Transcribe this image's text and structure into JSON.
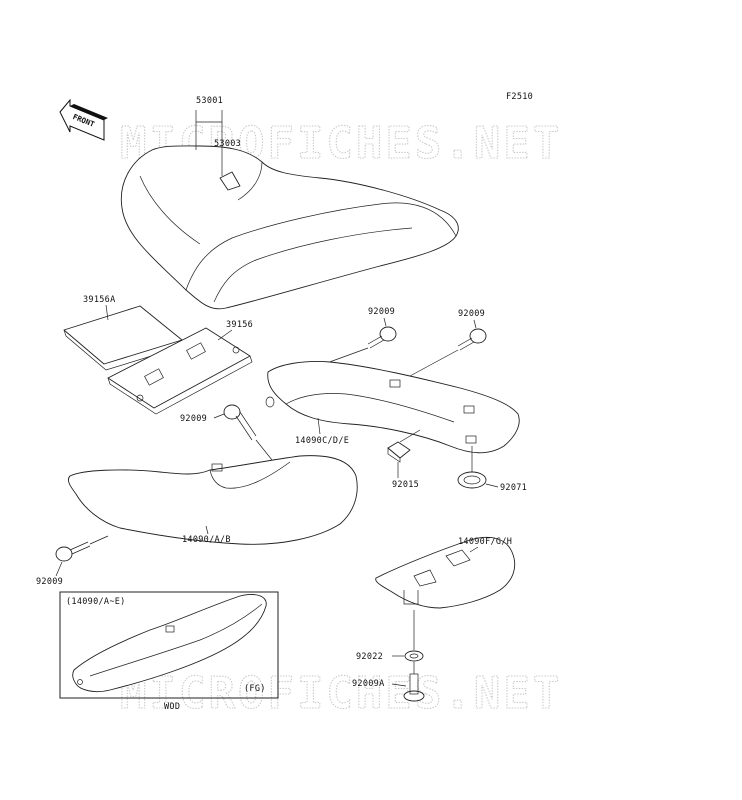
{
  "figure_code": "F2510",
  "front_arrow": {
    "label": "FRONT"
  },
  "watermark": "MICROFICHES.NET",
  "parts": {
    "seat_assy": "53001",
    "seat_sub": "53003",
    "plate_a": "39156A",
    "plate": "39156",
    "bolt_left_cover": "92009",
    "bolt_top_1": "92009",
    "bolt_top_2": "92009",
    "bolt_lower": "92009",
    "cover_upper": "14090C/D/E",
    "nut": "92015",
    "grommet": "92071",
    "cover_lower": "14090/A/B",
    "cover_rear": "14090F/G/H",
    "washer": "92022",
    "bolt_rear": "92009A"
  },
  "inset": {
    "header": "(14090/A~E)",
    "footer_right": "(FG)",
    "caption": "WOD"
  },
  "colors": {
    "line": "#222222",
    "watermark": "#c9c9c9",
    "background": "#ffffff"
  }
}
